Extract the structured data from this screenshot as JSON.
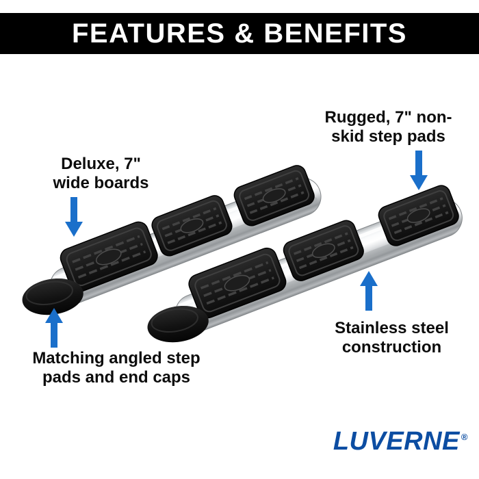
{
  "banner": {
    "title": "FEATURES & BENEFITS"
  },
  "callouts": {
    "rugged": {
      "line1": "Rugged, 7\" non-",
      "line2": "skid step pads",
      "arrow": "down"
    },
    "deluxe": {
      "line1": "Deluxe, 7\"",
      "line2": "wide boards",
      "arrow": "down"
    },
    "stainless": {
      "line1": "Stainless steel",
      "line2": "construction",
      "arrow": "up"
    },
    "matching": {
      "line1": "Matching angled step",
      "line2": "pads and end caps",
      "arrow": "up"
    }
  },
  "brand": {
    "name": "LUVERNE",
    "registered": "®"
  },
  "colors": {
    "arrow": "#1a6fca",
    "brand": "#0c4da2",
    "banner_bg": "#000000"
  }
}
